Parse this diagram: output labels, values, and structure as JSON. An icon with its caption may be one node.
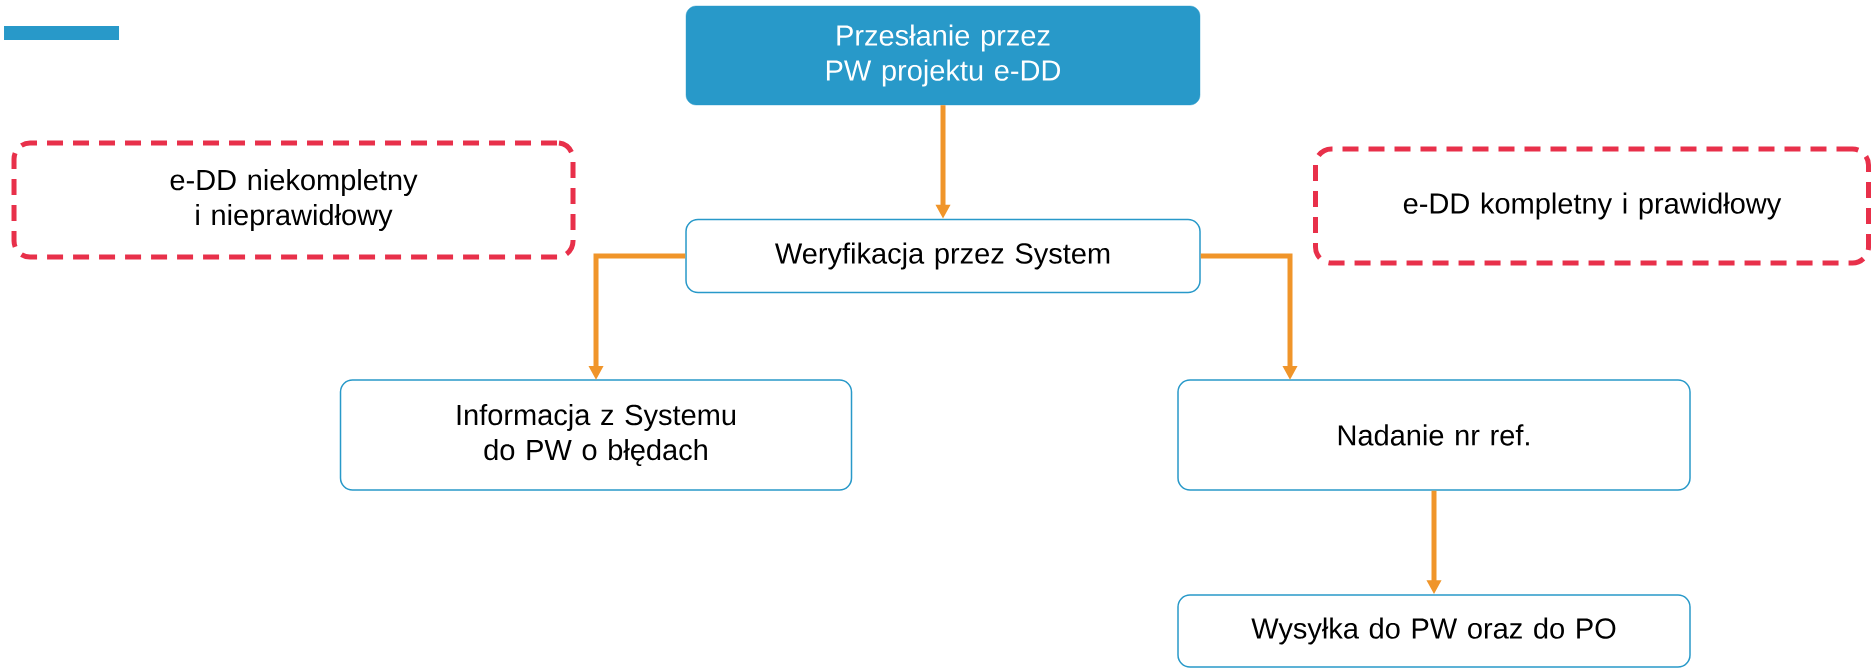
{
  "diagram": {
    "nodes": [
      {
        "text": [
          "Przesłanie przez PW projektu e-DD"
        ]
      },
      {
        "text": [
          "e-DD niekompletny i nieprawidłowy"
        ]
      },
      {
        "text": [
          "Weryfikacja przez System"
        ]
      },
      {
        "text": [
          "e-DD kompletny i prawidłowy"
        ]
      },
      {
        "text": [
          "Informacja z Systemu do PW o błędach"
        ]
      },
      {
        "text": [
          "Nadanie nr ref."
        ]
      },
      {
        "text": [
          "Wysyłka do PW oraz do PO"
        ]
      }
    ],
    "edges": [
      {
        "from": 0,
        "to": 2,
        "arrow": "to"
      },
      {
        "from": 2,
        "to": 4,
        "arrow": "to"
      },
      {
        "from": 2,
        "to": 5,
        "arrow": "to"
      },
      {
        "from": 5,
        "to": 6,
        "arrow": "to"
      }
    ]
  }
}
